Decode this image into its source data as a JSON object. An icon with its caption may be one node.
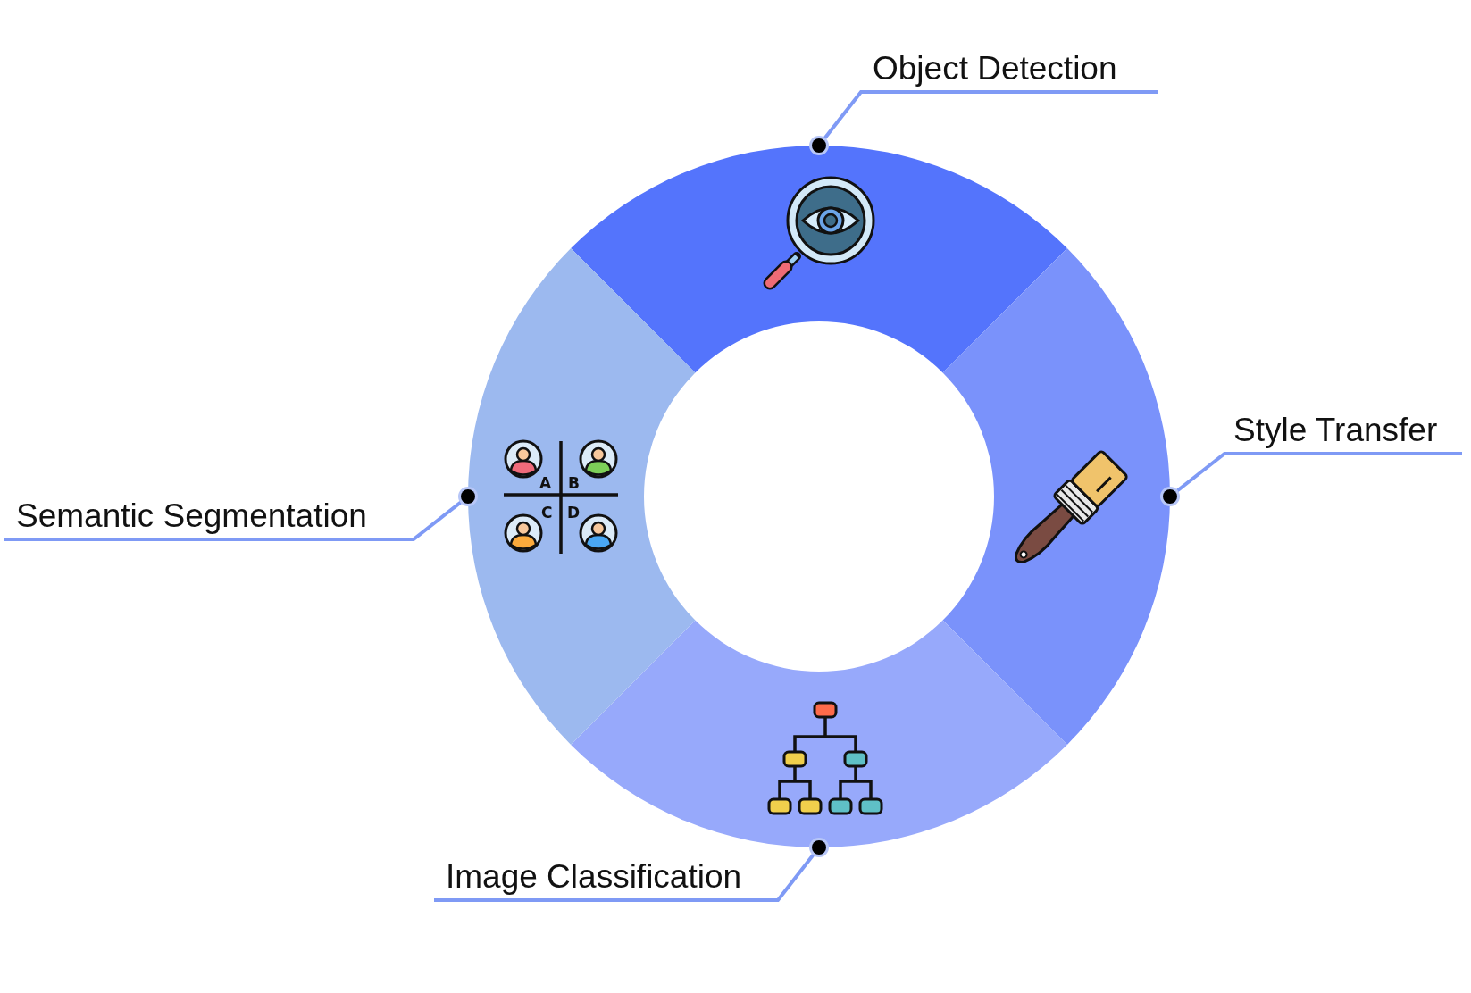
{
  "diagram": {
    "nodes": [
      {
        "text": [],
        "shape": "sector"
      },
      {
        "text": [],
        "shape": "sector"
      },
      {
        "text": [],
        "shape": "sector"
      },
      {
        "text": [],
        "shape": "sector"
      },
      {
        "text": [
          "Object Detection"
        ]
      },
      {
        "text": [
          "Style Transfer"
        ]
      },
      {
        "text": [
          "Semantic Segmentation"
        ]
      },
      {
        "text": [
          "Image Classification"
        ]
      }
    ],
    "edges": [
      {
        "from": 4,
        "to": 0,
        "arrow": "other"
      },
      {
        "from": 5,
        "to": 1,
        "arrow": "other"
      },
      {
        "from": 6,
        "to": 3,
        "arrow": "other"
      },
      {
        "from": 7,
        "to": 2,
        "arrow": "other"
      }
    ],
    "labels": [
      "A",
      "B",
      "C",
      "D"
    ]
  }
}
